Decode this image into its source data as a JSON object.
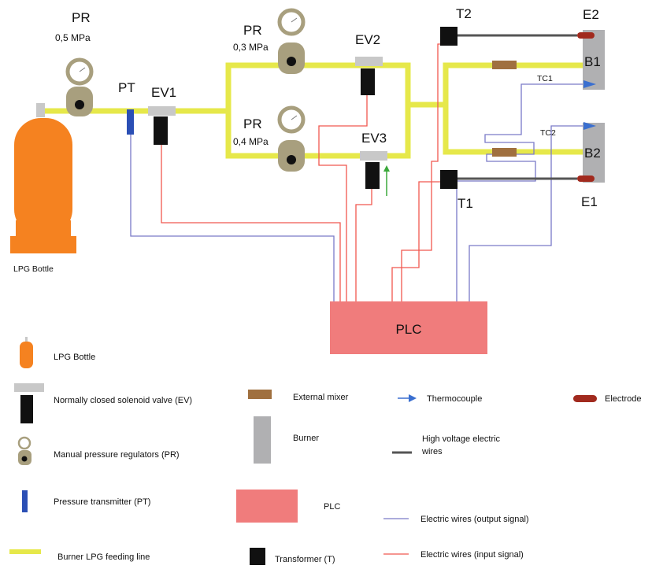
{
  "labels": {
    "pr1": "PR",
    "pr1_pressure": "0,5 MPa",
    "pr2": "PR",
    "pr2_pressure": "0,3 MPa",
    "pr3": "PR",
    "pr3_pressure": "0,4 MPa",
    "pt": "PT",
    "ev1": "EV1",
    "ev2": "EV2",
    "ev3": "EV3",
    "t1": "T1",
    "t2": "T2",
    "e1": "E1",
    "e2": "E2",
    "b1": "B1",
    "b2": "B2",
    "tc1": "TC1",
    "tc2": "TC2",
    "lpg_bottle": "LPG Bottle",
    "plc": "PLC"
  },
  "legend": {
    "lpg_bottle": "LPG Bottle",
    "solenoid_valve": "Normally closed solenoid valve (EV)",
    "pressure_regulator": "Manual pressure  regulators (PR)",
    "pressure_transmitter": "Pressure transmitter (PT)",
    "feeding_line": "Burner LPG feeding line",
    "external_mixer": "External mixer",
    "burner": "Burner",
    "plc": "PLC",
    "transformer": "Transformer (T)",
    "thermocouple": "Thermocouple",
    "hv_wires_line1": "High voltage electric",
    "hv_wires_line2": "wires",
    "wires_output": "Electric wires (output signal)",
    "wires_input": "Electric wires (input signal)",
    "electrode": "Electrode"
  },
  "colors": {
    "lpg_line": "#e6e84a",
    "bottle": "#f58220",
    "valve_body": "#c8c8c8",
    "transformer": "#111111",
    "regulator": "#a89f7e",
    "pt": "#2b4fb5",
    "mixer": "#a0703f",
    "burner": "#b0b0b2",
    "plc": "#f07c7c",
    "wire_output": "#7a7ac8",
    "wire_input": "#f0584f",
    "hv_wire": "#555555",
    "electrode": "#a12a1e",
    "thermocouple": "#3a6fd0"
  }
}
